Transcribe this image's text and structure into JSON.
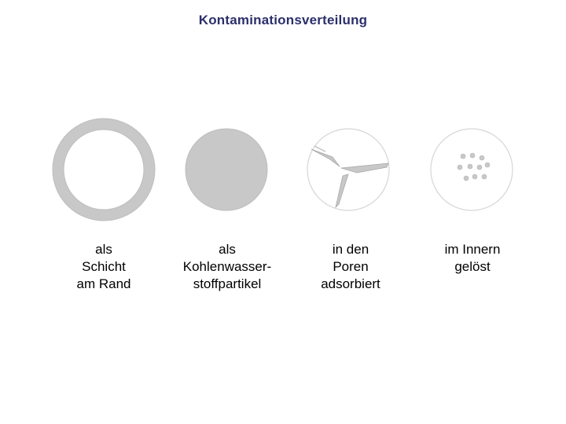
{
  "title": "Kontaminationsverteilung",
  "colors": {
    "title": "#2b2f6b",
    "fill": "#c8c8c8",
    "outline": "#d6d6d6"
  },
  "items": [
    {
      "id": "layer-at-edge",
      "lines": [
        "als",
        "Schicht",
        "am Rand"
      ]
    },
    {
      "id": "hydrocarbon-particle",
      "lines": [
        "als",
        "Kohlenwasser-",
        "stoffpartikel"
      ]
    },
    {
      "id": "adsorbed-in-pores",
      "lines": [
        "in den",
        "Poren",
        "adsorbiert"
      ]
    },
    {
      "id": "dissolved-inside",
      "lines": [
        "im Innern",
        "gelöst"
      ]
    }
  ]
}
